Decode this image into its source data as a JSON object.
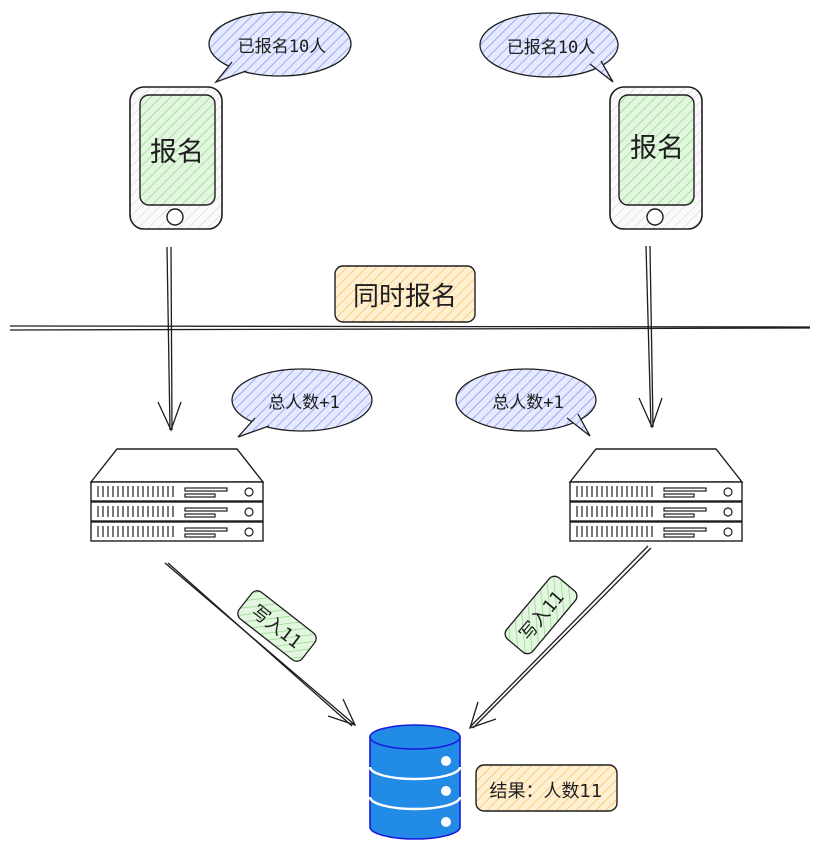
{
  "phones": [
    {
      "label": "报名",
      "bubble": "已报名10人"
    },
    {
      "label": "报名",
      "bubble": "已报名10人"
    }
  ],
  "divider_label": "同时报名",
  "servers": [
    {
      "bubble": "总人数+1",
      "write_label": "写入11"
    },
    {
      "bubble": "总人数+1",
      "write_label": "写入11"
    }
  ],
  "database_result": "结果：人数11",
  "colors": {
    "bubble_blue": "#a5b4f5",
    "screen_green": "#b2f2bb",
    "tag_orange": "#ffd28a",
    "db_blue": "#228be6",
    "stroke": "#1e1e1e"
  }
}
